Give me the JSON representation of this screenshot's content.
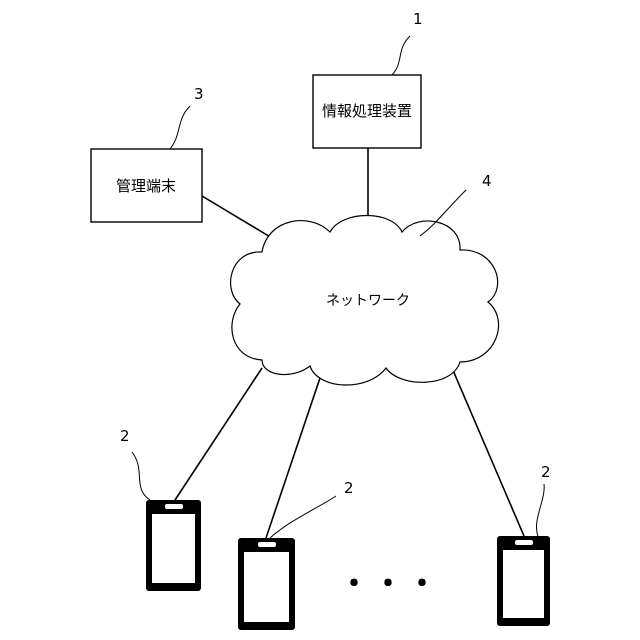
{
  "nodes": {
    "info_processor": {
      "label": "情報処理装置",
      "ref": "1"
    },
    "admin_terminal": {
      "label": "管理端末",
      "ref": "3"
    },
    "network": {
      "label": "ネットワーク",
      "ref": "4"
    },
    "terminals": [
      {
        "ref": "2"
      },
      {
        "ref": "2"
      },
      {
        "ref": "2"
      }
    ]
  },
  "ellipsis": "・・・",
  "colors": {
    "line": "#000000",
    "phone_body": "#000000",
    "screen": "#ffffff"
  }
}
